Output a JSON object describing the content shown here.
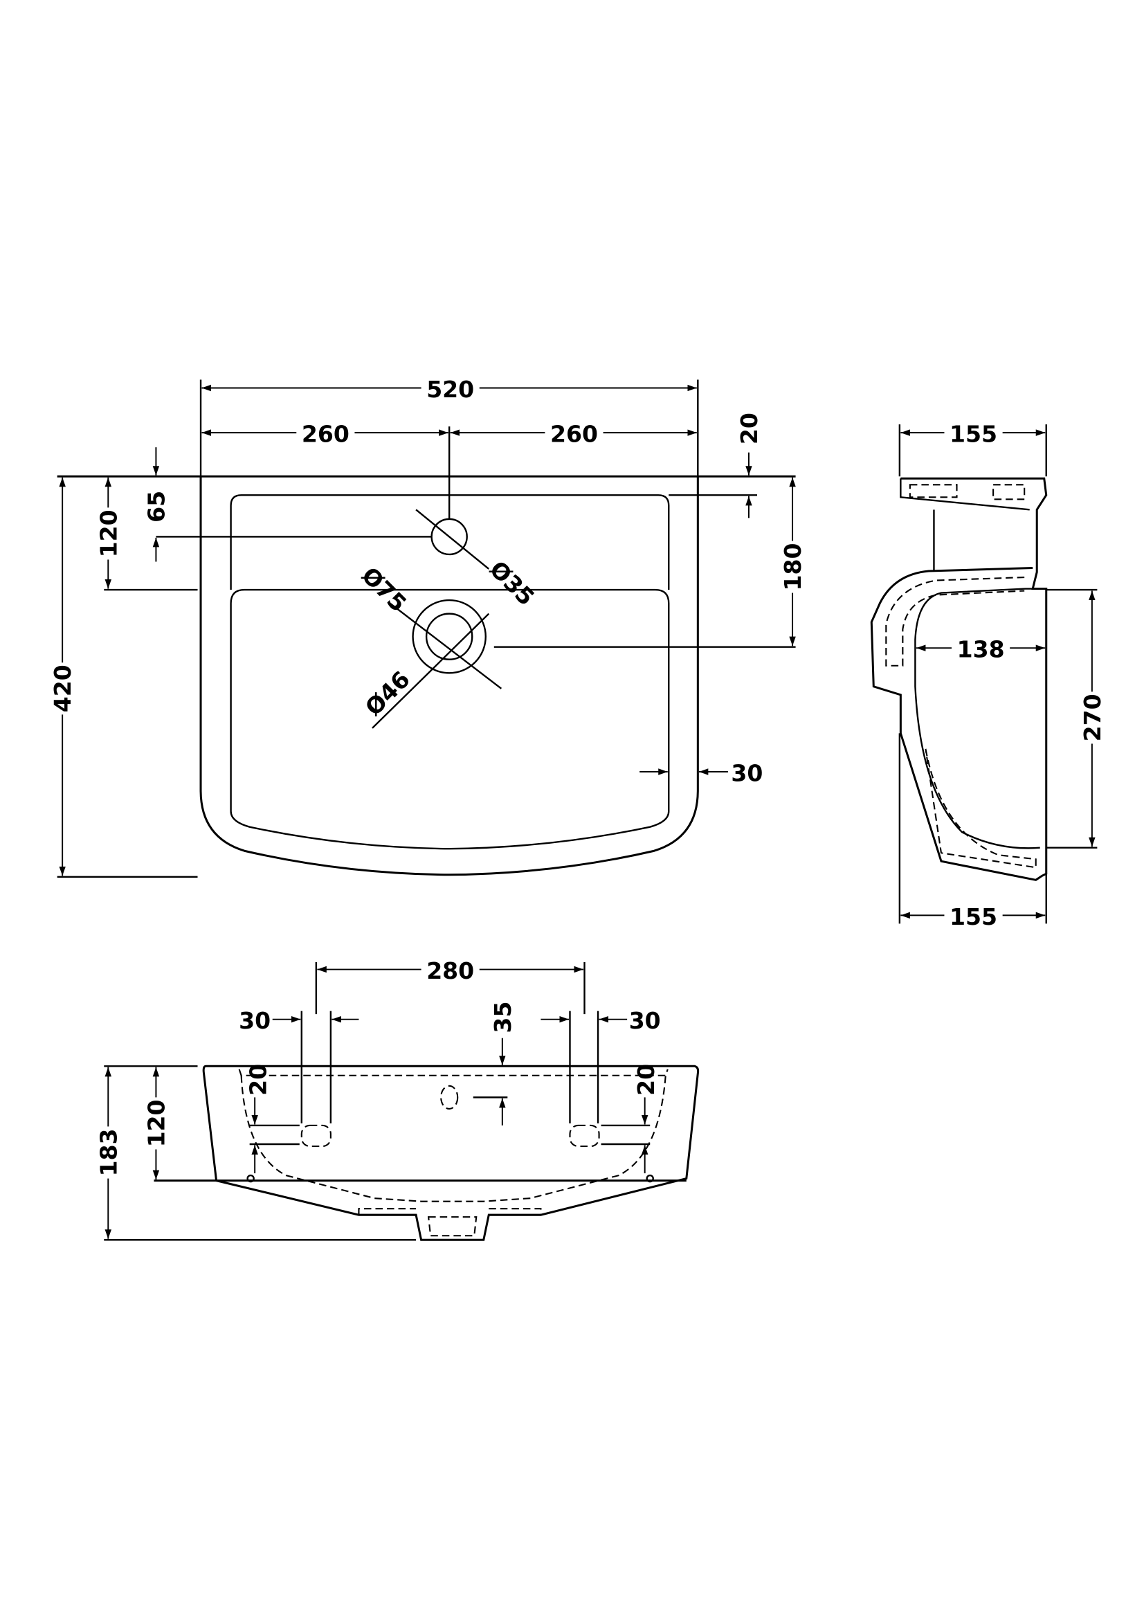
{
  "plan_view": {
    "overall_width": "520",
    "half_width_left": "260",
    "half_width_right": "260",
    "rim_front_offset": "20",
    "tap_hole_from_back": "65",
    "overflow_from_back": "120",
    "waste_from_back": "180",
    "overall_depth": "420",
    "tap_hole_diameter": "Ø35",
    "waste_outer_diameter": "Ø75",
    "waste_inner_diameter": "Ø46",
    "rim_side_width": "30"
  },
  "side_view": {
    "top_depth": "155",
    "bottom_depth": "155",
    "bowl_depth": "138",
    "bowl_height": "270"
  },
  "front_view": {
    "fixing_centres": "280",
    "fixing_slot_left": "30",
    "fixing_slot_right": "30",
    "overflow_drop": "35",
    "slot_height_left": "20",
    "slot_height_right": "20",
    "rim_height": "120",
    "overall_height": "183"
  }
}
